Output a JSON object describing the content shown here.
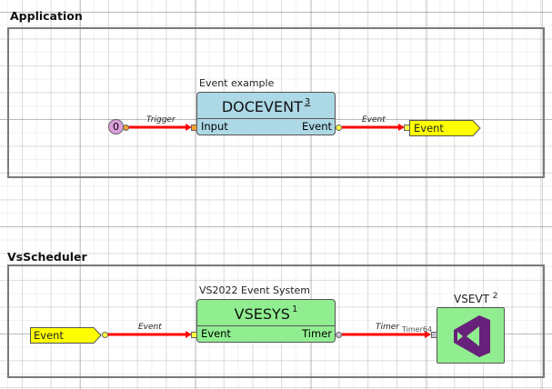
{
  "groups": [
    {
      "title": "Application"
    },
    {
      "title": "VsScheduler"
    }
  ],
  "application": {
    "constant": "0",
    "block_label": "Event example",
    "block_name": "DOCEVENT",
    "block_index": "3",
    "input_port": "Input",
    "output_port": "Event",
    "conn_in_label": "Trigger",
    "conn_out_label": "Event",
    "output_flag": "Event",
    "block_color": "#add8e6"
  },
  "scheduler": {
    "input_flag": "Event",
    "conn_in_label": "Event",
    "block_label": "VS2022 Event System",
    "block_name": "VSESYS",
    "block_index": "1",
    "input_port": "Event",
    "output_port": "Timer",
    "conn_out_label": "Timer",
    "target_port_label": "Timer64",
    "target_name": "VSEVT",
    "target_index": "2",
    "target_icon": "visual-studio-icon",
    "block_color": "#90ee90"
  }
}
